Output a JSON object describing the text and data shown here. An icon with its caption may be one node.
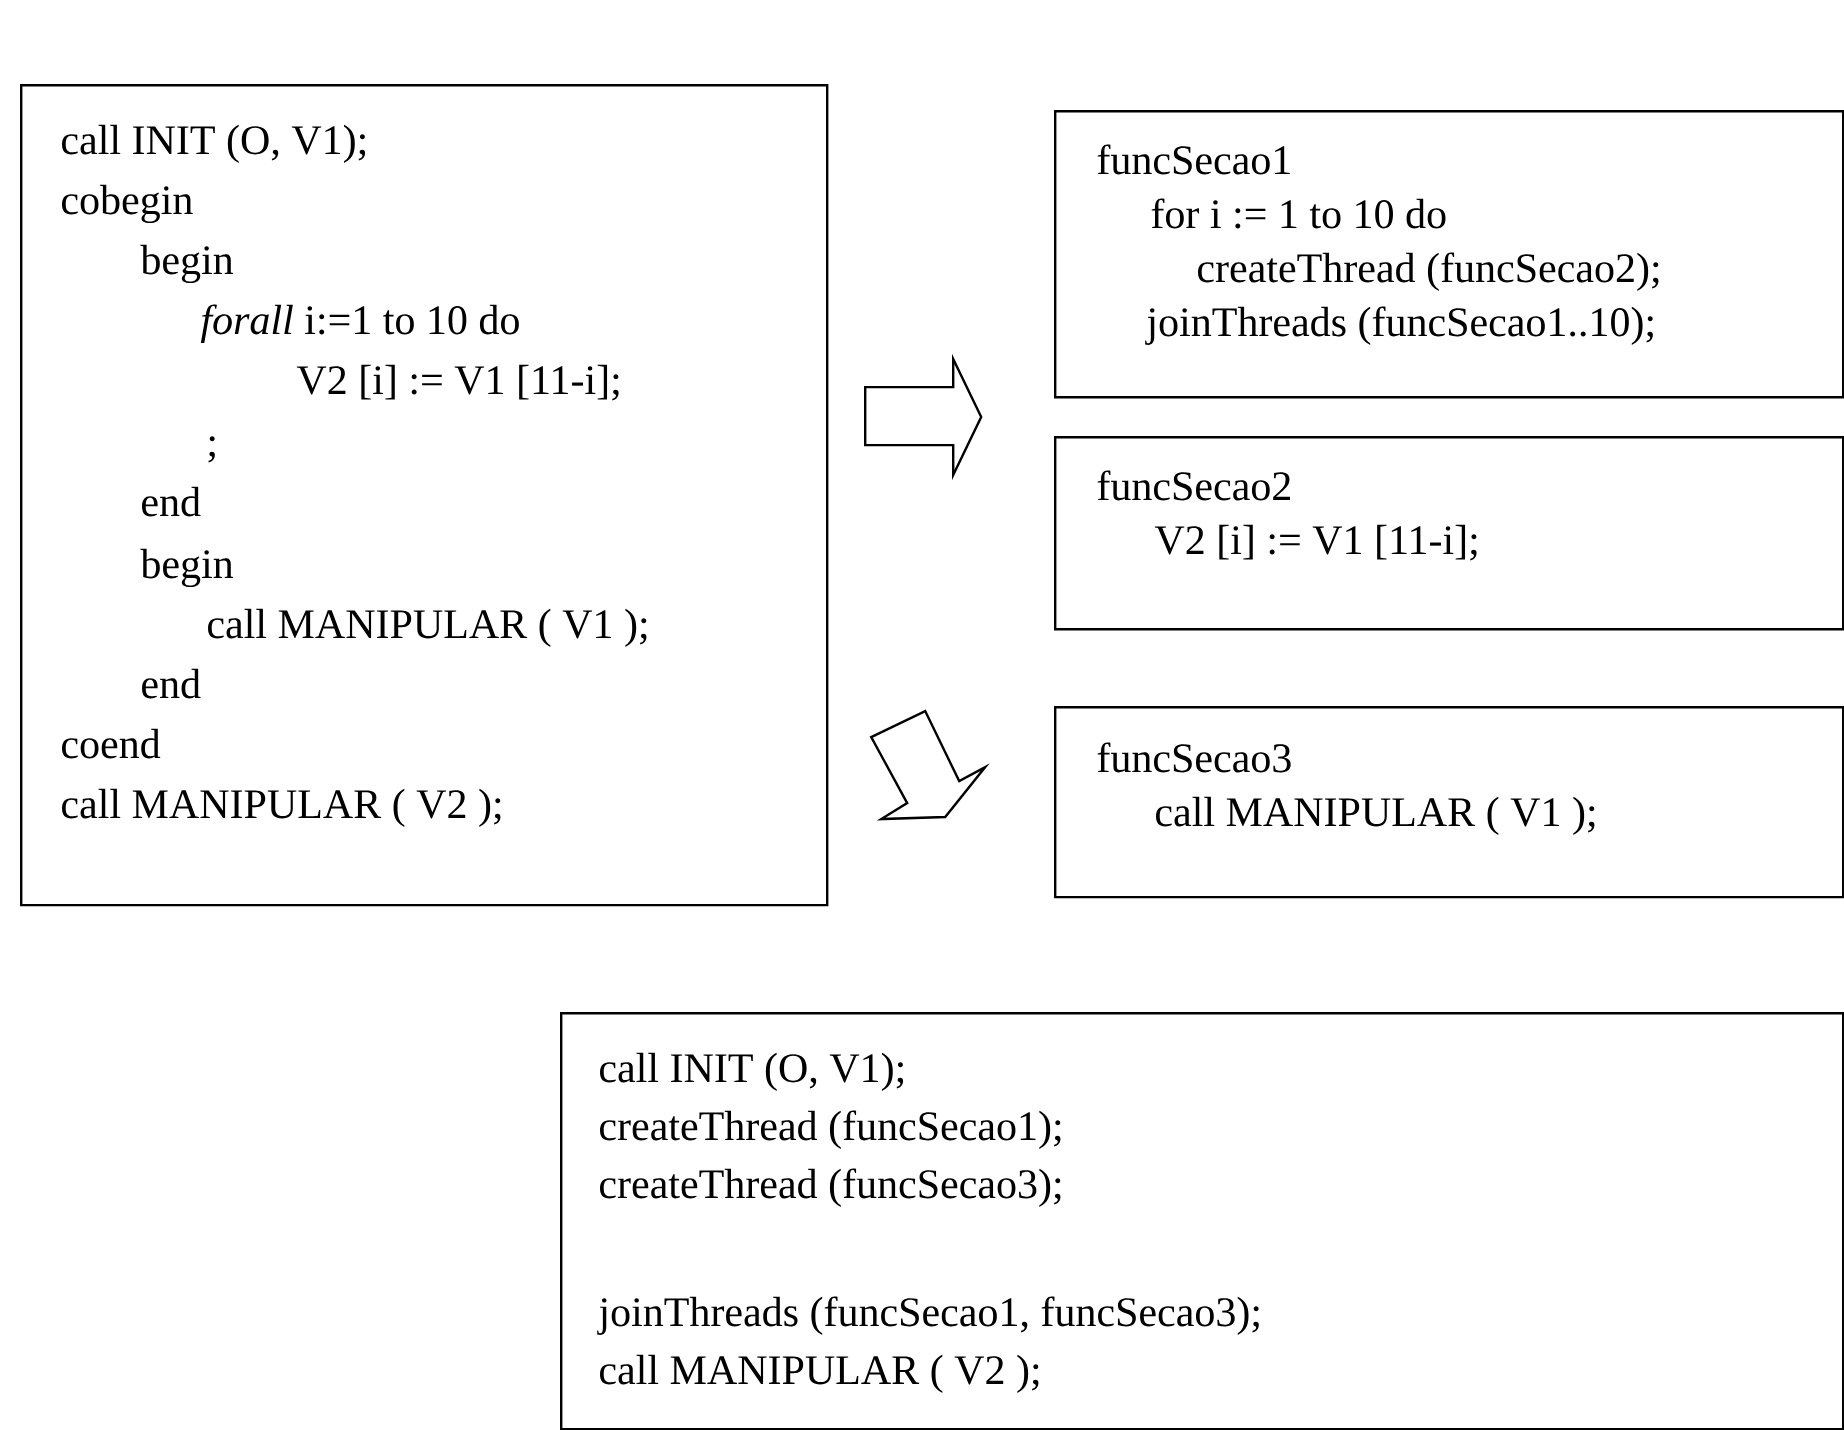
{
  "diagram": {
    "nodes": [
      {
        "text": [
          "call INIT (O, V1);",
          "cobegin",
          "begin",
          "*forall* i:=1 to 10 do",
          "V2 [i] := V1 [11-i];",
          ";",
          "end",
          "begin",
          "call MANIPULAR ( V1 );",
          "end",
          "coend",
          "call MANIPULAR ( V2 );"
        ]
      },
      {
        "text": [
          "funcSecao1",
          "for i := 1 to 10 do",
          "createThread (funcSecao2);",
          "joinThreads (funcSecao1..10);"
        ]
      },
      {
        "text": [
          "funcSecao2",
          "V2 [i] := V1 [11-i];"
        ]
      },
      {
        "text": [
          "funcSecao3",
          "call MANIPULAR ( V1 );"
        ]
      },
      {
        "text": [
          "call INIT (O, V1);",
          "createThread (funcSecao1);",
          "createThread (funcSecao3);",
          "joinThreads (funcSecao1, funcSecao3);",
          "call MANIPULAR ( V2 );"
        ]
      }
    ],
    "edges": [
      {
        "from": 0,
        "to": 1,
        "arrow": "to"
      },
      {
        "from": 0,
        "to": 3,
        "arrow": "to"
      }
    ]
  }
}
